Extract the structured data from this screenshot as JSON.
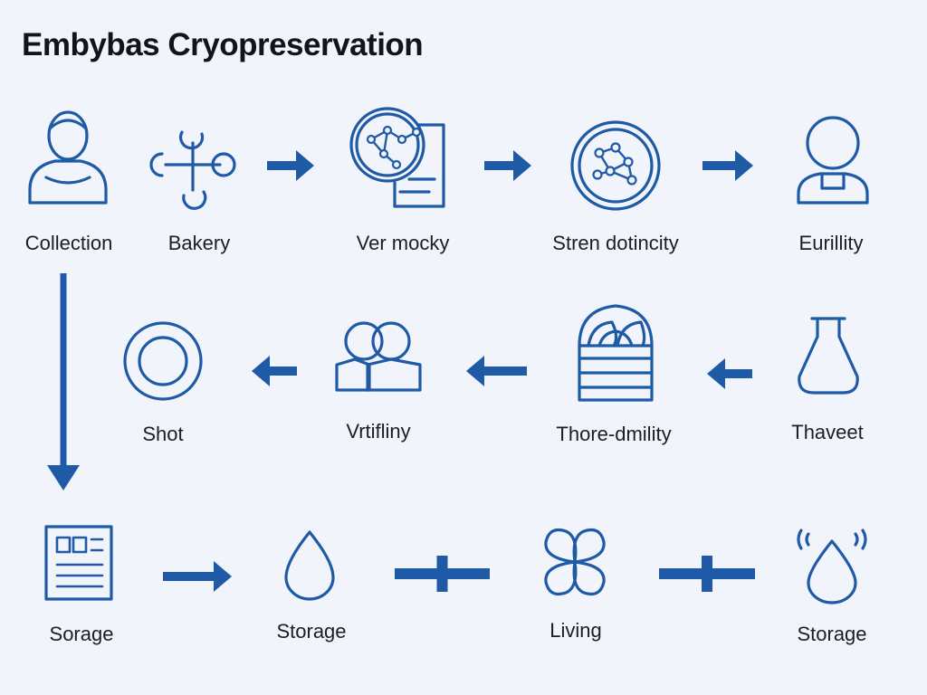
{
  "title": "Embybas Cryopreservation",
  "colors": {
    "icon": "#1f5aa6",
    "arrow": "#1f5aa6",
    "text": "#1b1f24",
    "background": "#f1f4fb"
  },
  "nodes": [
    {
      "id": "collection",
      "label": "Collection",
      "icon": "person-icon"
    },
    {
      "id": "bakery",
      "label": "Bakery",
      "icon": "molecule-cross-icon"
    },
    {
      "id": "ver-mocky",
      "label": "Ver mocky",
      "icon": "molecule-document-icon"
    },
    {
      "id": "stren-dotincity",
      "label": "Stren dotincity",
      "icon": "molecule-circle-icon"
    },
    {
      "id": "eurillity",
      "label": "Eurillity",
      "icon": "bust-icon"
    },
    {
      "id": "shot",
      "label": "Shot",
      "icon": "ring-icon"
    },
    {
      "id": "vrtifliny",
      "label": "Vrtifliny",
      "icon": "two-people-icon"
    },
    {
      "id": "thore-dmility",
      "label": "Thore-dmility",
      "icon": "storage-box-icon"
    },
    {
      "id": "thaveet",
      "label": "Thaveet",
      "icon": "flask-icon"
    },
    {
      "id": "sorage",
      "label": "Sorage",
      "icon": "document-icon"
    },
    {
      "id": "storage-1",
      "label": "Storage",
      "icon": "droplet-icon"
    },
    {
      "id": "living",
      "label": "Living",
      "icon": "clover-icon"
    },
    {
      "id": "storage-2",
      "label": "Storage",
      "icon": "droplet-signal-icon"
    }
  ],
  "edges": [
    {
      "from": "bakery",
      "to": "ver-mocky",
      "style": "arrow"
    },
    {
      "from": "ver-mocky",
      "to": "stren-dotincity",
      "style": "arrow"
    },
    {
      "from": "stren-dotincity",
      "to": "eurillity",
      "style": "arrow"
    },
    {
      "from": "thaveet",
      "to": "thore-dmility",
      "style": "arrow"
    },
    {
      "from": "thore-dmility",
      "to": "vrtifliny",
      "style": "arrow"
    },
    {
      "from": "vrtifliny",
      "to": "shot",
      "style": "arrow"
    },
    {
      "from": "collection",
      "to": "sorage",
      "style": "long-arrow"
    },
    {
      "from": "sorage",
      "to": "storage-1",
      "style": "arrow"
    },
    {
      "from": "storage-1",
      "to": "living",
      "style": "plus"
    },
    {
      "from": "living",
      "to": "storage-2",
      "style": "plus"
    }
  ]
}
